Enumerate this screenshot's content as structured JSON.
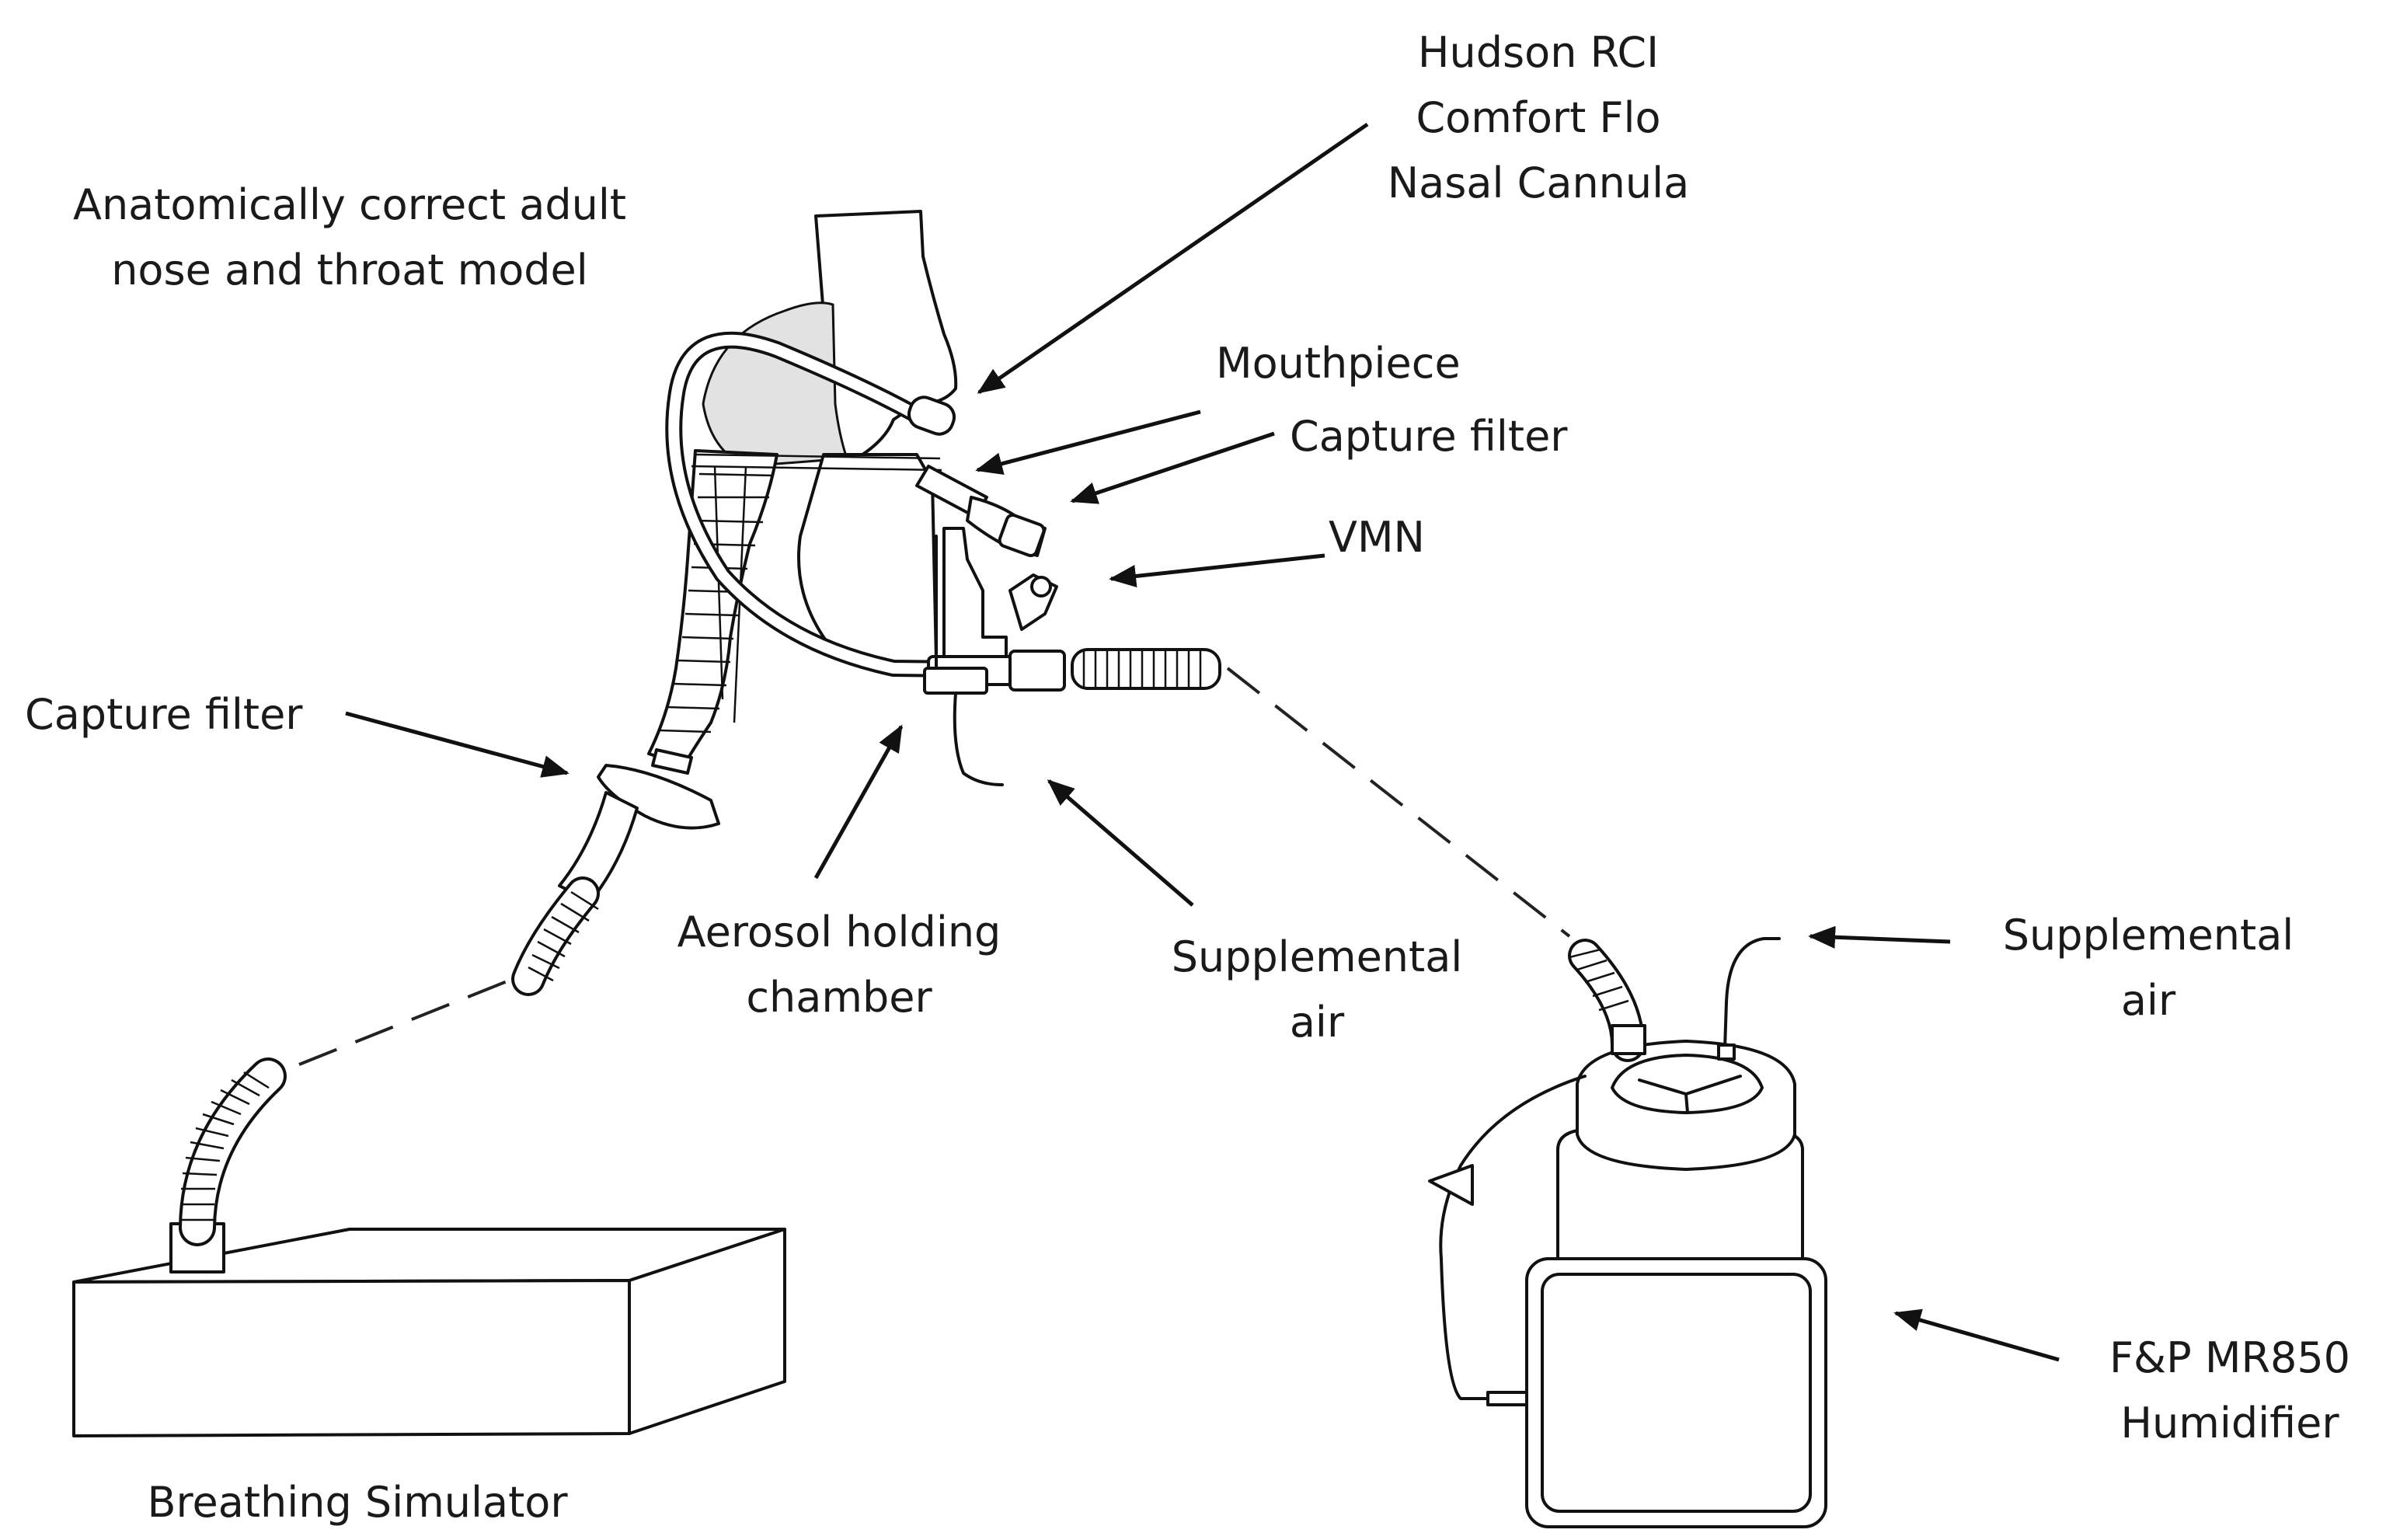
{
  "labels": {
    "nasal_cannula": [
      "Hudson RCI",
      "Comfort Flo",
      "Nasal Cannula"
    ],
    "nose_throat_model": [
      "Anatomically correct adult",
      "nose and throat model"
    ],
    "mouthpiece": "Mouthpiece",
    "capture_filter_upper": "Capture filter",
    "vmn": "VMN",
    "capture_filter_lower": "Capture filter",
    "aerosol_chamber": [
      "Aerosol holding",
      "chamber"
    ],
    "supplemental_air_center": [
      "Supplemental",
      "air"
    ],
    "supplemental_air_right": [
      "Supplemental",
      "air"
    ],
    "humidifier": [
      "F&P MR850",
      "Humidifier"
    ],
    "breathing_simulator": "Breathing Simulator"
  }
}
